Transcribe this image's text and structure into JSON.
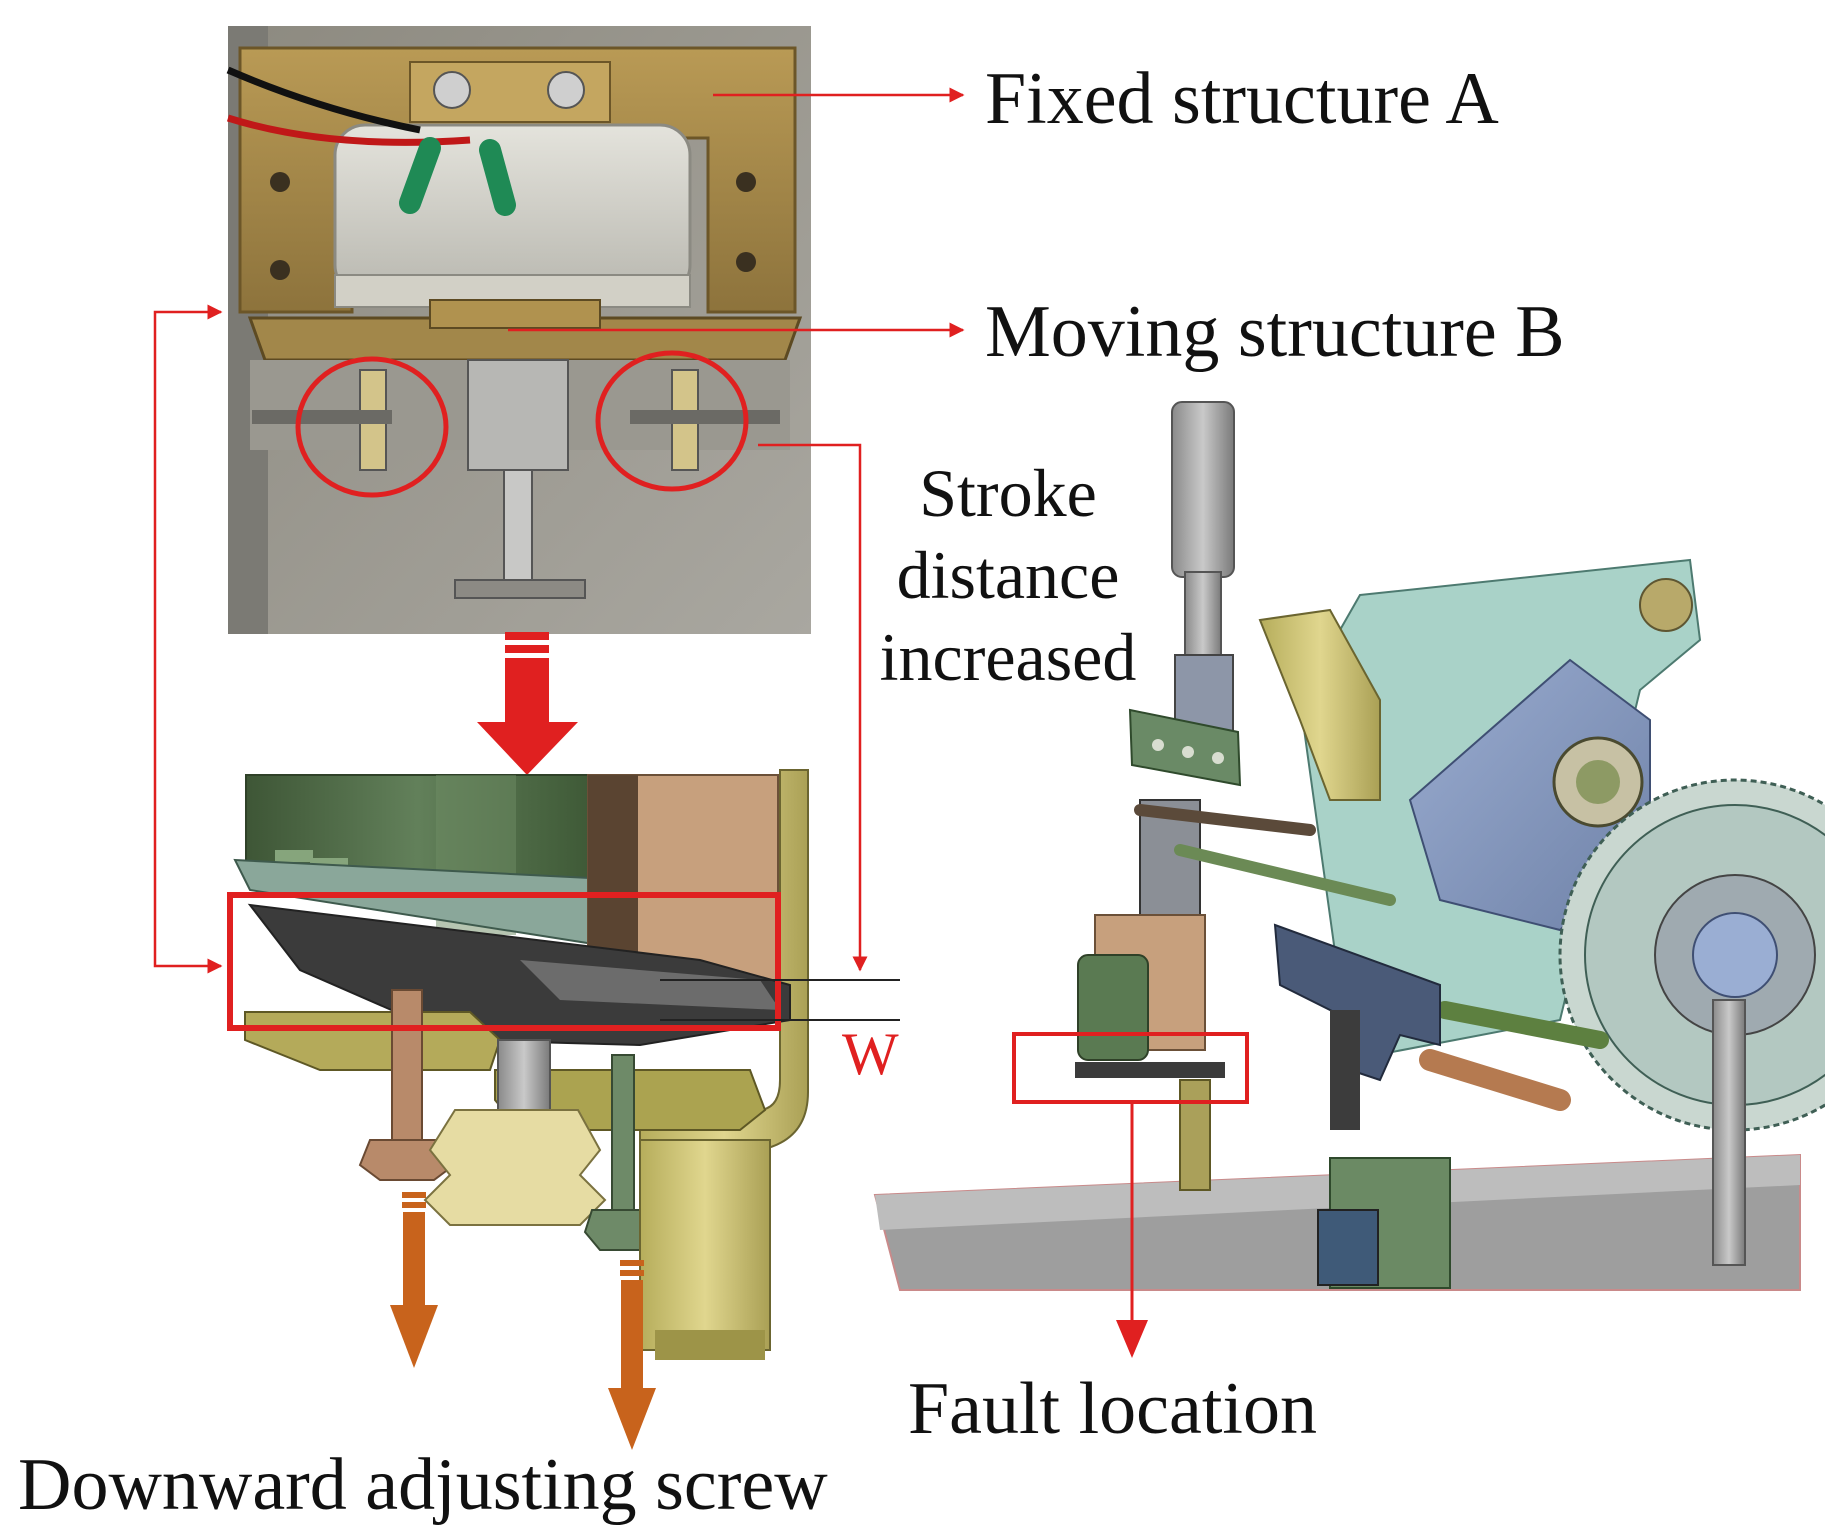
{
  "labels": {
    "fixed_structure": "Fixed structure A",
    "moving_structure": "Moving structure B",
    "stroke_line1": "Stroke",
    "stroke_line2": "distance",
    "stroke_line3": "increased",
    "fault_location": "Fault location",
    "adjusting_screw": "Downward adjusting screw",
    "gap_symbol": "W"
  },
  "colors": {
    "annotation_red": "#e02020",
    "arrow_orange": "#c8631c",
    "model_green": "#4f6a45",
    "model_tan": "#c9a582",
    "model_yellow": "#d8cf7e",
    "model_blue": "#7f93b8",
    "model_cyan": "#a9d2c8"
  },
  "panels": {
    "photo": "electromagnet-photo",
    "cad_detail": "cad-detail-view",
    "cad_overview": "cad-mechanism-view"
  }
}
